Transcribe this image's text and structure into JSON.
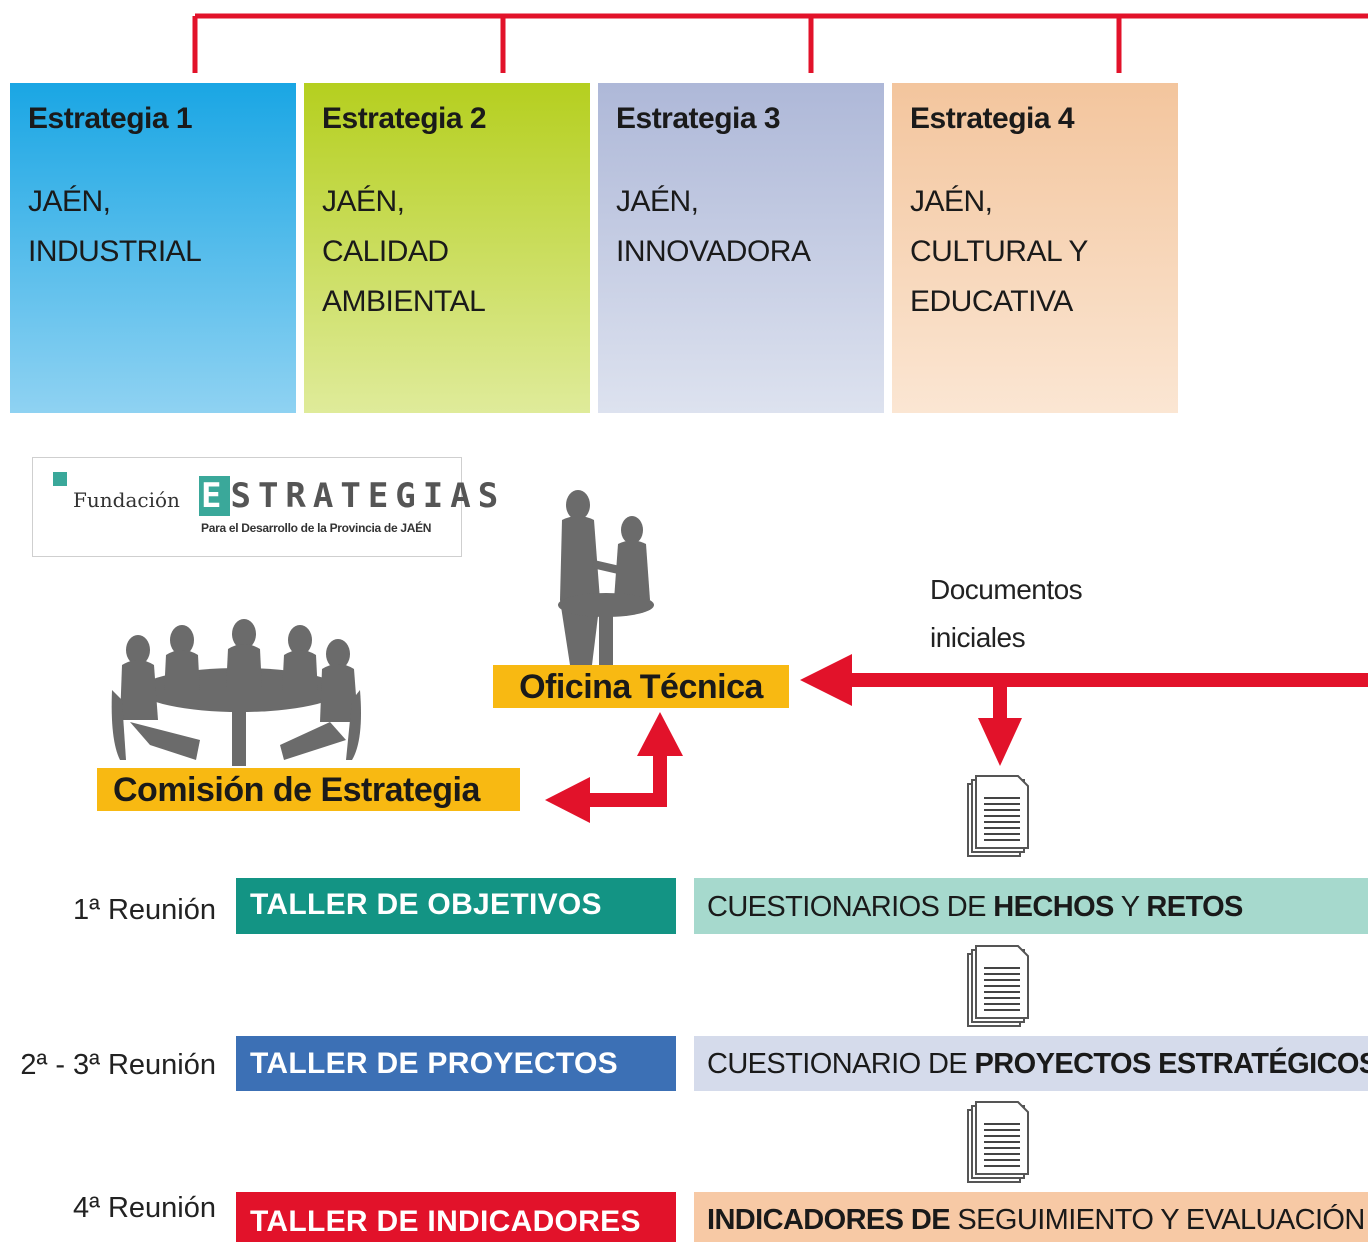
{
  "strategies": [
    {
      "title": "Estrategia 1",
      "body": "JAÉN, INDUSTRIAL"
    },
    {
      "title": "Estrategia 2",
      "body": "JAÉN,\nCALIDAD\nAMBIENTAL"
    },
    {
      "title": "Estrategia 3",
      "body": "JAÉN,\nINNOVADORA"
    },
    {
      "title": "Estrategia 4",
      "body": "JAÉN,\nCULTURAL Y\nEDUCATIVA"
    }
  ],
  "logo": {
    "prefix": "Fundación",
    "brand_initial": "E",
    "brand_rest": "STRATEGIAS",
    "tagline": "Para el Desarrollo de la Provincia de JAÉN"
  },
  "oficina_label": "Oficina Técnica",
  "comision_label": "Comisión de Estrategia",
  "documents_label": "Documentos\niniciales",
  "meetings": [
    {
      "meeting": "1ª Reunión",
      "taller": "TALLER DE OBJETIVOS",
      "taller_color": "#139484",
      "output_parts": [
        "CUESTIONARIOS DE ",
        "HECHOS",
        " Y ",
        "RETOS"
      ],
      "output_color": "#a6d9cd"
    },
    {
      "meeting": "2ª - 3ª Reunión",
      "taller": "TALLER DE PROYECTOS",
      "taller_color": "#3c70b5",
      "output_parts": [
        "CUESTIONARIO DE ",
        "PROYECTOS ESTRATÉGICOS"
      ],
      "output_color": "#d5dbeb"
    },
    {
      "meeting": "4ª Reunión",
      "taller": "TALLER DE INDICADORES",
      "taller_color": "#e2122a",
      "output_parts": [
        "INDICADORES DE",
        " SEGUIMIENTO Y EVALUACIÓN"
      ],
      "output_color": "#f7c9a5"
    }
  ],
  "colors": {
    "connector_red": "#e2122a",
    "label_yellow": "#f8b912",
    "silhouette_gray": "#6b6b6b"
  }
}
